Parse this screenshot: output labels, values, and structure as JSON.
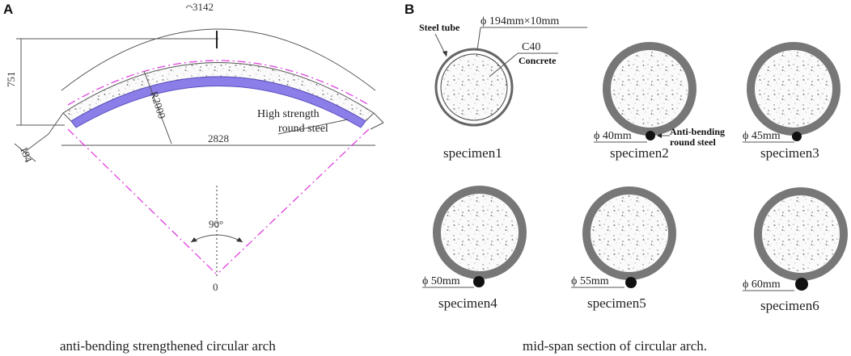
{
  "panel_a": {
    "letter": "A",
    "dim_arc_length": "3142",
    "dim_height": "751",
    "dim_radius": "R2000",
    "dim_span": "2828",
    "dim_width": "194",
    "angle": "90°",
    "center": "0",
    "steel_label_1": "High strength",
    "steel_label_2": "round steel",
    "caption": "anti-bending strengthened circular arch",
    "colors": {
      "steel": "#8c7ee8",
      "centerline": "#e040e0"
    }
  },
  "panel_b": {
    "letter": "B",
    "steel_tube": "Steel tube",
    "tube_dim": "ϕ 194mm×10mm",
    "concrete_grade": "C40",
    "concrete": "Concrete",
    "anti_bending_1": "Anti-bending",
    "anti_bending_2": "round steel",
    "caption": "mid-span section of circular arch.",
    "specimens": [
      {
        "name": "specimen1",
        "bar": ""
      },
      {
        "name": "specimen2",
        "bar": "ϕ 40mm"
      },
      {
        "name": "specimen3",
        "bar": "ϕ 45mm"
      },
      {
        "name": "specimen4",
        "bar": "ϕ 50mm"
      },
      {
        "name": "specimen5",
        "bar": "ϕ 55mm"
      },
      {
        "name": "specimen6",
        "bar": "ϕ 60mm"
      }
    ]
  }
}
